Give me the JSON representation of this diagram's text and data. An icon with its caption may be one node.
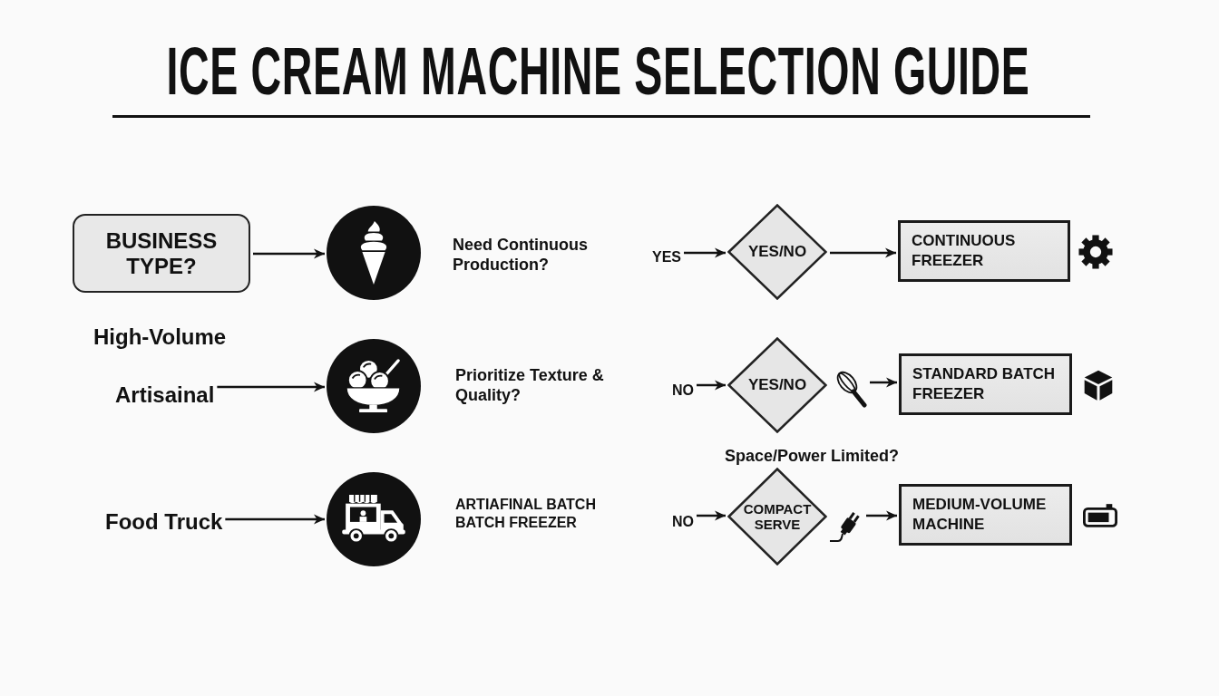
{
  "diagram": {
    "title": "ICE CREAM MACHINE SELECTION GUIDE",
    "nodes": [
      {
        "text": [
          "BUSINESS TYPE?"
        ]
      },
      {
        "text": [],
        "shape": "circle"
      },
      {
        "text": [
          "YES"
        ]
      },
      {
        "text": [
          "YES/NO"
        ]
      },
      {
        "text": [
          "CONTINUOUS FREEZER"
        ]
      },
      {
        "text": [
          "Artisainal"
        ]
      },
      {
        "text": [],
        "shape": "circle"
      },
      {
        "text": [
          "NO"
        ]
      },
      {
        "text": [
          "YES/NO"
        ]
      },
      {
        "text": [],
        "shape": "picture"
      },
      {
        "text": [
          "STANDARD BATCH FREEZER"
        ]
      },
      {
        "text": [
          "Food Truck"
        ]
      },
      {
        "text": [],
        "shape": "circle"
      },
      {
        "text": [
          "NO"
        ]
      },
      {
        "text": [
          "COMPACT SERVE"
        ]
      },
      {
        "text": [],
        "shape": "picture"
      },
      {
        "text": [
          "MEDIUM-VOLUME MACHINE"
        ]
      }
    ],
    "edges": [
      {
        "from": 0,
        "to": 1,
        "arrow": "to"
      },
      {
        "from": 2,
        "to": 3,
        "arrow": "to"
      },
      {
        "from": 3,
        "to": 4,
        "arrow": "to"
      },
      {
        "from": 5,
        "to": 6,
        "arrow": "to"
      },
      {
        "from": 7,
        "to": 8,
        "arrow": "to"
      },
      {
        "from": 9,
        "to": 10,
        "arrow": "to"
      },
      {
        "from": 11,
        "to": 12,
        "arrow": "to"
      },
      {
        "from": 13,
        "to": 14,
        "arrow": "to"
      },
      {
        "from": 15,
        "to": 16,
        "arrow": "to"
      }
    ],
    "labels": [
      "Need Continuous Production?",
      "High-Volume",
      "Prioritize Texture & Quality?",
      "Space/Power Limited?",
      "ARTIAFINAL BATCH BATCH FREEZER"
    ]
  }
}
